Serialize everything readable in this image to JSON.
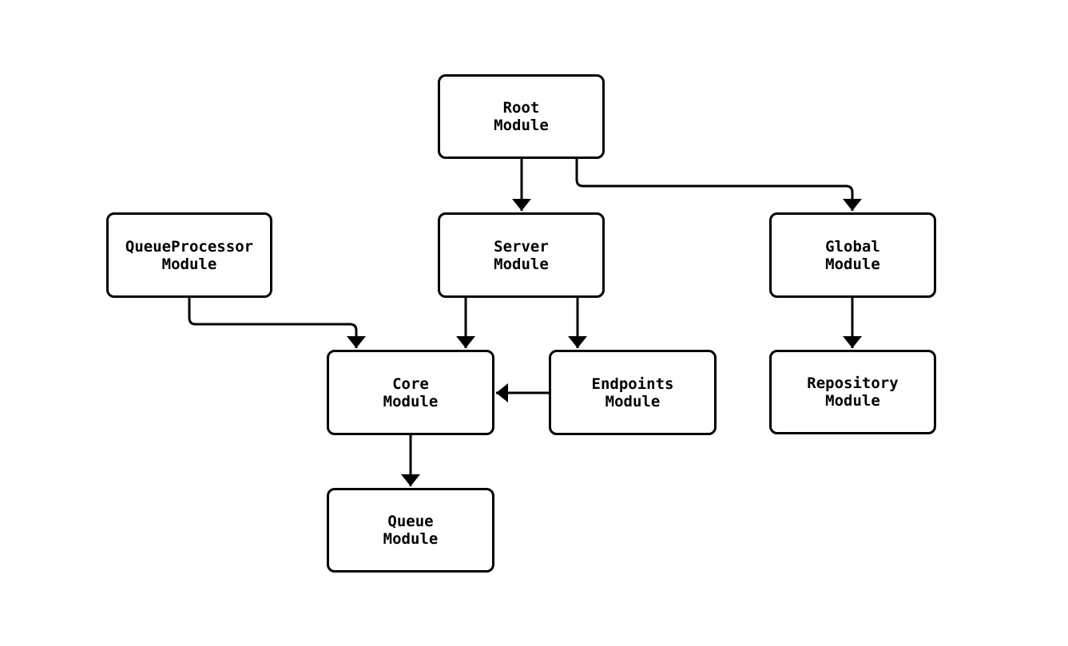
{
  "diagram": {
    "kind": "module-dependency-diagram",
    "colors": {
      "background": "#ffffff",
      "line": "#000000",
      "node_fill": "#ffffff",
      "node_border": "#000000",
      "text": "#000000"
    },
    "nodes": {
      "root": {
        "label": "Root\nModule"
      },
      "qproc": {
        "label": "QueueProcessor\nModule"
      },
      "server": {
        "label": "Server\nModule"
      },
      "global": {
        "label": "Global\nModule"
      },
      "core": {
        "label": "Core\nModule"
      },
      "endpoints": {
        "label": "Endpoints\nModule"
      },
      "repository": {
        "label": "Repository\nModule"
      },
      "queue": {
        "label": "Queue\nModule"
      }
    },
    "edges": [
      {
        "from": "Root Module",
        "to": "Server Module"
      },
      {
        "from": "Root Module",
        "to": "Global Module"
      },
      {
        "from": "QueueProcessor Module",
        "to": "Core Module"
      },
      {
        "from": "Server Module",
        "to": "Core Module"
      },
      {
        "from": "Server Module",
        "to": "Endpoints Module"
      },
      {
        "from": "Endpoints Module",
        "to": "Core Module"
      },
      {
        "from": "Global Module",
        "to": "Repository Module"
      },
      {
        "from": "Core Module",
        "to": "Queue Module"
      }
    ]
  }
}
